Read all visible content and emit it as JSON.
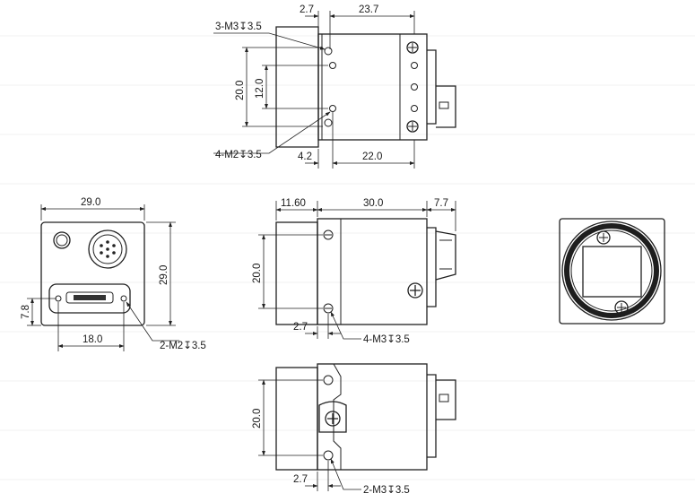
{
  "views": {
    "top": {
      "labels": {
        "w_offset": "2.7",
        "w_total": "23.7",
        "h_outer": "20.0",
        "h_inner": "12.0",
        "b_offset": "4.2",
        "b_total": "22.0",
        "note_top": "3-M3↧3.5",
        "note_bottom": "4-M2↧3.5"
      }
    },
    "back": {
      "labels": {
        "width": "29.0",
        "height": "29.0",
        "slot_h": "7.8",
        "slot_w": "18.0",
        "note": "2-M2↧3.5"
      }
    },
    "side": {
      "labels": {
        "lens": "11.60",
        "body": "30.0",
        "connector": "7.7",
        "height": "20.0",
        "hole_offset": "2.7",
        "note": "4-M3↧3.5"
      }
    },
    "bottom": {
      "labels": {
        "height": "20.0",
        "hole_offset": "2.7",
        "note": "2-M3↧3.5"
      }
    },
    "front": {}
  },
  "colors": {
    "line": "#202020",
    "background": "#ffffff",
    "body_fill": "#ffffff",
    "dark": "#1e1e1e"
  }
}
